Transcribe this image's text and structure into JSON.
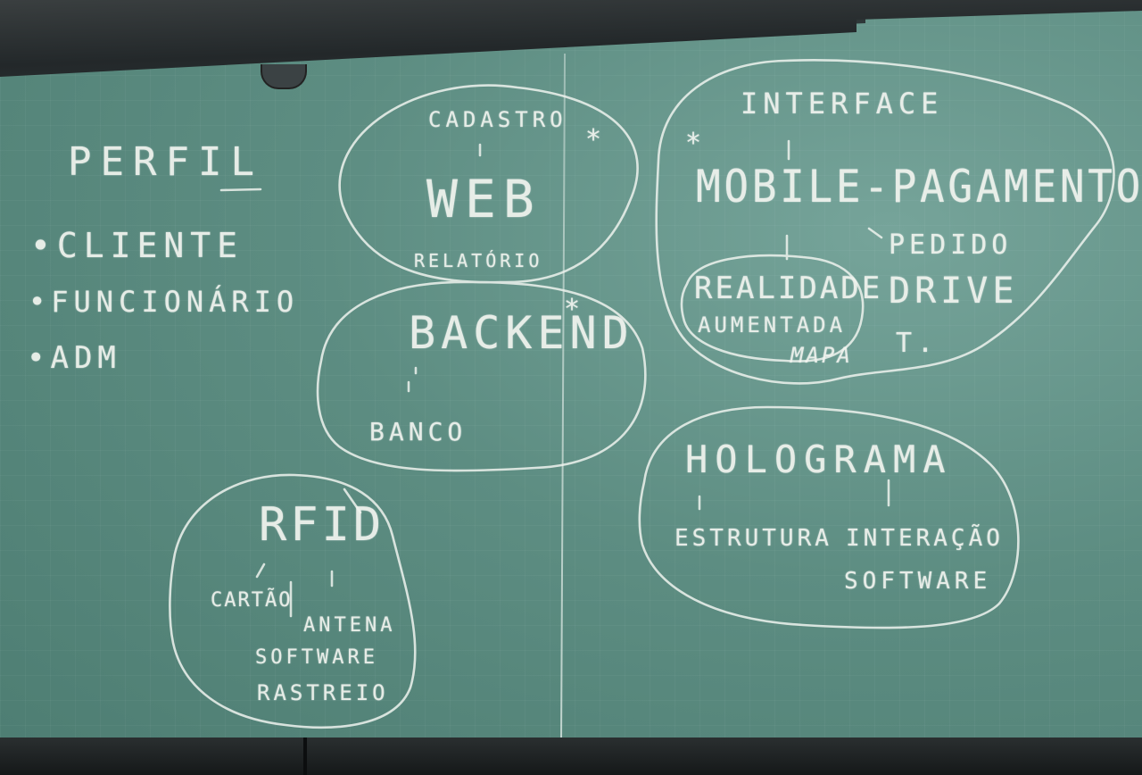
{
  "left_list": {
    "title": "PERFIL",
    "items": [
      "•CLIENTE",
      "•FUNCIONÁRIO",
      "•ADM"
    ]
  },
  "web_cloud": {
    "top": "CADASTRO",
    "star": "*",
    "main": "WEB",
    "bottom": "RELATÓRIO"
  },
  "backend_cloud": {
    "star": "*",
    "main": "BACKEND",
    "bottom": "BANCO"
  },
  "mobile_cloud": {
    "star": "*",
    "top": "INTERFACE",
    "main": "MOBILE-PAGAMENTO",
    "pedido": "PEDIDO",
    "drive": "DRIVE",
    "drive_t": "T.",
    "ar_1": "REALIDADE",
    "ar_2": "AUMENTADA",
    "ar_3": "MAPA"
  },
  "holograma_cloud": {
    "main": "HOLOGRAMA",
    "left": "ESTRUTURA",
    "right_1": "INTERAÇÃO",
    "right_2": "SOFTWARE"
  },
  "rfid_cloud": {
    "main": "RFID",
    "left": "CARTÃO",
    "right": "ANTENA",
    "bottom_1": "SOFTWARE",
    "bottom_2": "RASTREIO"
  },
  "colors": {
    "board": "#5d8d82",
    "chalk": "#f1f4ef",
    "frame": "#23282a"
  }
}
